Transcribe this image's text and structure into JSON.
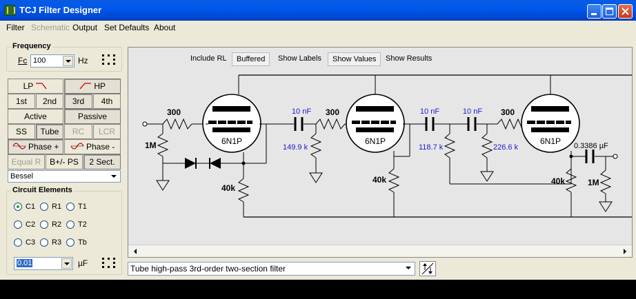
{
  "window": {
    "title": "TCJ Filter Designer"
  },
  "menu": {
    "filter": "Filter",
    "schematic": "Schematic",
    "output": "Output",
    "set_defaults": "Set Defaults",
    "about": "About"
  },
  "frequency": {
    "legend": "Frequency",
    "fc_label": "Fc",
    "fc_value": "100",
    "unit": "Hz"
  },
  "buttons": {
    "lp": "LP",
    "hp": "HP",
    "first": "1st",
    "second": "2nd",
    "third": "3rd",
    "fourth": "4th",
    "active": "Active",
    "passive": "Passive",
    "ss": "SS",
    "tube": "Tube",
    "rc": "RC",
    "lcr": "LCR",
    "phase_plus": "Phase +",
    "phase_minus": "Phase -",
    "equal_r": "Equal R",
    "bps": "B+/- PS",
    "two_sect": "2 Sect."
  },
  "alignment": {
    "value": "Bessel"
  },
  "circuit_elements": {
    "legend": "Circuit Elements",
    "radios": [
      [
        "C1",
        "R1",
        "T1"
      ],
      [
        "C2",
        "R2",
        "T2"
      ],
      [
        "C3",
        "R3",
        "Tb"
      ]
    ],
    "selected": "C1",
    "value": "0.01",
    "unit": "µF"
  },
  "toolbar": {
    "include_rl": "Include RL",
    "buffered": "Buffered",
    "show_labels": "Show Labels",
    "show_values": "Show Values",
    "show_results": "Show Results"
  },
  "schematic": {
    "tube_label": "6N1P",
    "r_300": "300",
    "r_1m": "1M",
    "r_40k": "40k",
    "c_10nf": "10 nF",
    "r_149": "149.9 k",
    "r_118": "118.7 k",
    "r_226": "226.6 k",
    "c_out": "0.3386 µF",
    "colors": {
      "value_blue": "#1A1AD0",
      "wire": "#000000"
    }
  },
  "description": {
    "value": "Tube high-pass 3rd-order two-section filter"
  }
}
